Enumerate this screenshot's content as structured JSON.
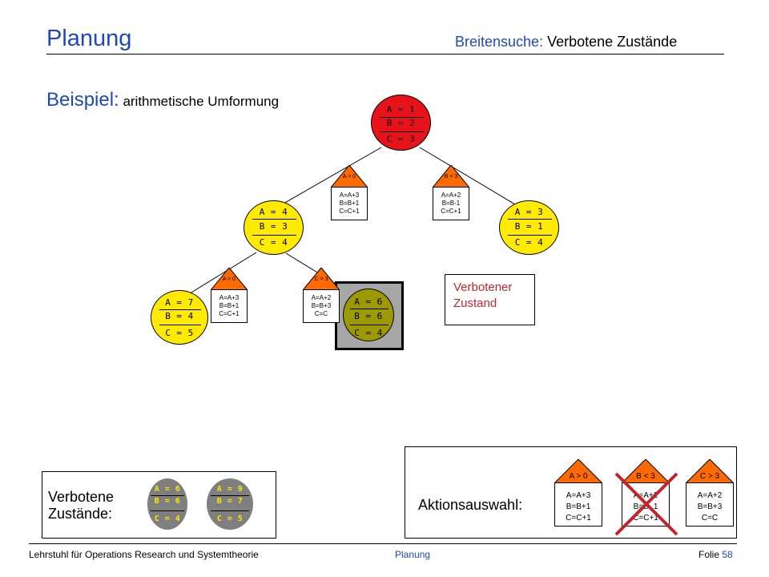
{
  "header": {
    "title": "Planung",
    "subtitle_part1": "Breitensuche:",
    "subtitle_part2": " Verbotene Zustände"
  },
  "example": {
    "label": "Beispiel:",
    "text": " arithmetische Umformung"
  },
  "tree": {
    "root": {
      "a": "A = 1",
      "b": "B = 2",
      "c": "C = 3",
      "color": "#e8121a"
    },
    "left": {
      "a": "A = 4",
      "b": "B = 3",
      "c": "C = 4",
      "color": "#ffea00"
    },
    "right": {
      "a": "A = 3",
      "b": "B = 1",
      "c": "C = 4",
      "color": "#ffea00"
    },
    "ll": {
      "a": "A = 7",
      "b": "B = 4",
      "c": "C = 5",
      "color": "#ffea00"
    },
    "lm": {
      "a": "A = 6",
      "b": "B = 6",
      "c": "C = 4",
      "color": "#9d9900"
    },
    "actions": {
      "root_a": {
        "cond": "A > 0",
        "l1": "A=A+3",
        "l2": "B=B+1",
        "l3": "C=C+1"
      },
      "root_b": {
        "cond": "B < 3",
        "l1": "A=A+2",
        "l2": "B=B-1",
        "l3": "C=C+1"
      },
      "left_a": {
        "cond": "A > 0",
        "l1": "A=A+3",
        "l2": "B=B+1",
        "l3": "C=C+1"
      },
      "left_c": {
        "cond": "C > 3",
        "l1": "A=A+2",
        "l2": "B=B+3",
        "l3": "C=C"
      }
    },
    "forbidden_label_1": "Verbotener",
    "forbidden_label_2": "Zustand",
    "highlight_color": "#a6a6a6",
    "triangle_color": "#ff6a00"
  },
  "forbidden_panel": {
    "label_1": "Verbotene",
    "label_2": "Zustände:",
    "states": [
      {
        "a": "A = 6",
        "b": "B = 6",
        "c": "C = 4"
      },
      {
        "a": "A = 9",
        "b": "B = 7",
        "c": "C = 5"
      }
    ],
    "color": "#7f7f7f"
  },
  "action_panel": {
    "label": "Aktionsauswahl:",
    "actions": [
      {
        "cond": "A > 0",
        "l1": "A=A+3",
        "l2": "B=B+1",
        "l3": "C=C+1"
      },
      {
        "cond": "B < 3",
        "l1": "A=A+2",
        "l2": "B=B- 1",
        "l3": "C=C+1"
      },
      {
        "cond": "C > 3",
        "l1": "A=A+2",
        "l2": "B=B+3",
        "l3": "C=C"
      }
    ],
    "cross_color": "#c0272d"
  },
  "footer": {
    "left": "Lehrstuhl für Operations Research und Systemtheorie",
    "center": "Planung",
    "right_label": "Folie ",
    "page": "58"
  }
}
